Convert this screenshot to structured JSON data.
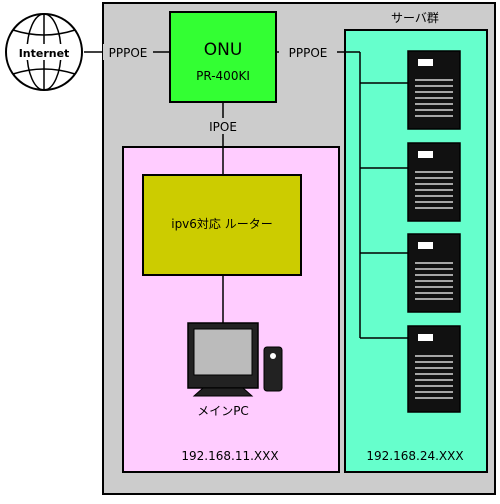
{
  "internet": {
    "label": "Internet"
  },
  "onu": {
    "title": "ONU",
    "model": "PR-400KI"
  },
  "links": {
    "internet_to_onu": "PPPOE",
    "onu_to_servers": "PPPOE",
    "onu_to_router": "IPOE"
  },
  "router": {
    "label": "ipv6対応 ルーター"
  },
  "pc": {
    "label": "メインPC"
  },
  "lan": {
    "subnet": "192.168.11.XXX"
  },
  "server_group": {
    "title": "サーバ群",
    "subnet": "192.168.24.XXX"
  },
  "colors": {
    "outer": "#cccccc",
    "onu": "#33ff33",
    "lan": "#ffccff",
    "servers": "#66ffcc",
    "router": "#cccc00",
    "server_body": "#111111",
    "monitor_screen": "#bbbbbb"
  }
}
